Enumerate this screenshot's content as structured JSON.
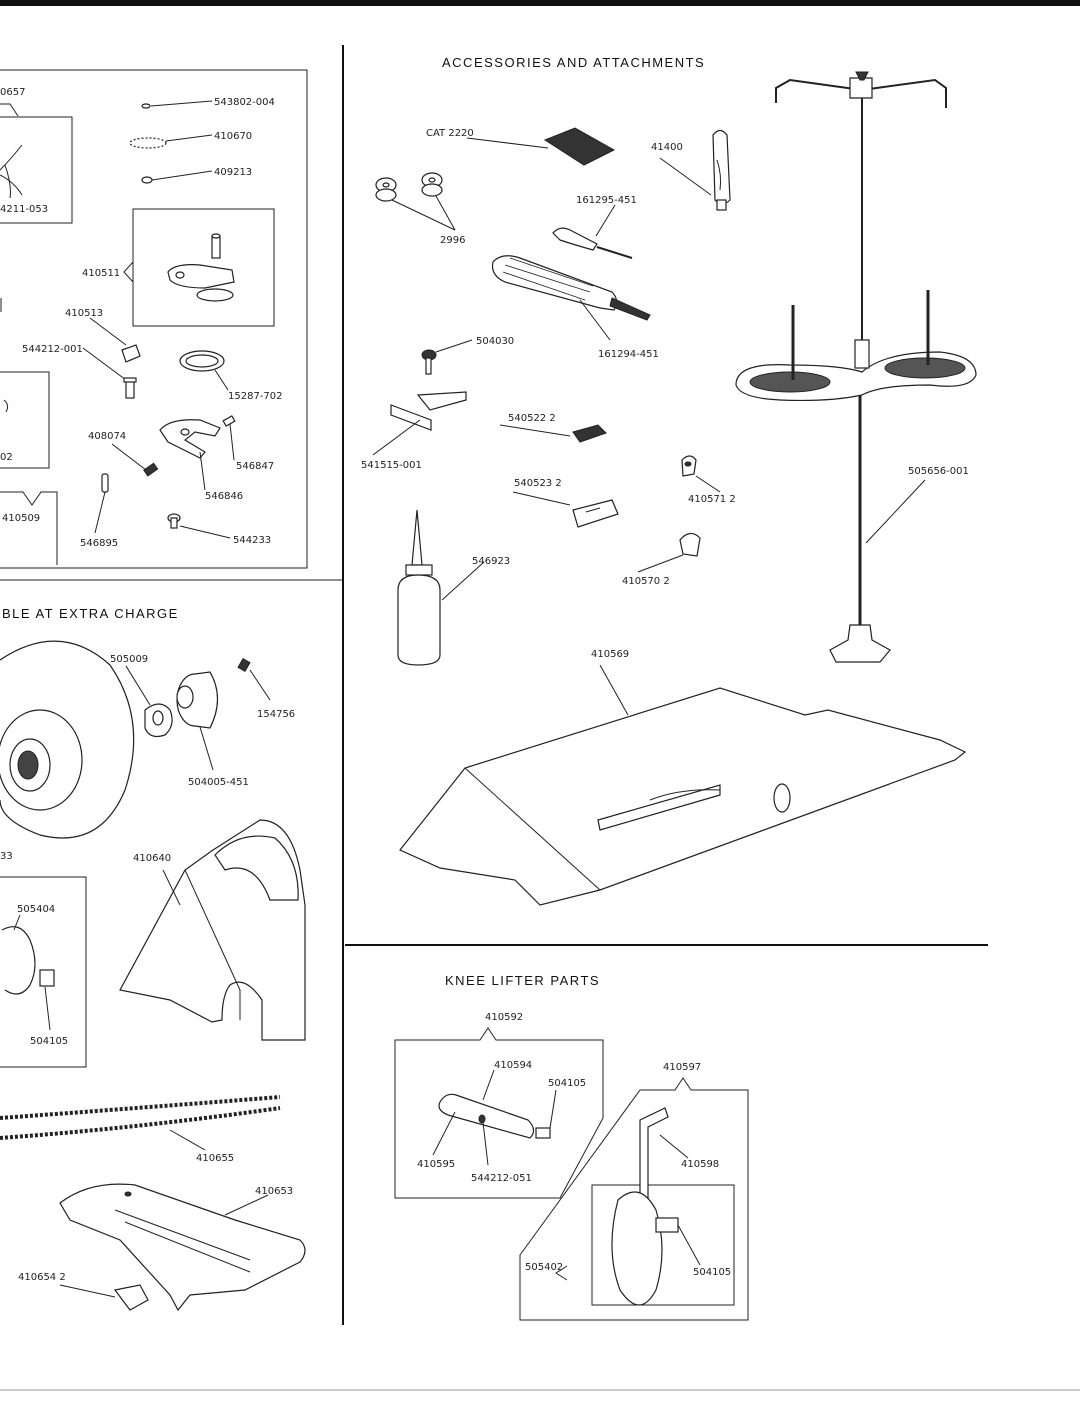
{
  "sections": {
    "accessories": {
      "heading": "ACCESSORIES AND ATTACHMENTS"
    },
    "extra_charge": {
      "heading": "BLE AT EXTRA CHARGE"
    },
    "knee_lifter": {
      "heading": "KNEE LIFTER PARTS"
    }
  },
  "labels": {
    "top_left": [
      "0657",
      "543802-004",
      "410670",
      "409213",
      "4211-053",
      "410511",
      "410513",
      "544212-001",
      "15287-702",
      "408074",
      "546847",
      "546846",
      "02",
      "410509",
      "546895",
      "544233"
    ],
    "accessories": [
      "CAT 2220",
      "41400",
      "161295-451",
      "2996",
      "161294-451",
      "504030",
      "540522 2",
      "541515-001",
      "540523 2",
      "410571 2",
      "505656-001",
      "546923",
      "410570 2",
      "410569"
    ],
    "extra_charge": [
      "505009",
      "154756",
      "504005-451",
      "33",
      "410640",
      "505404",
      "504105",
      "410655",
      "410653",
      "410654 2"
    ],
    "knee_lifter": [
      "410592",
      "410594",
      "504105",
      "410595",
      "544212-051",
      "410597",
      "410598",
      "505402",
      "504105"
    ]
  }
}
